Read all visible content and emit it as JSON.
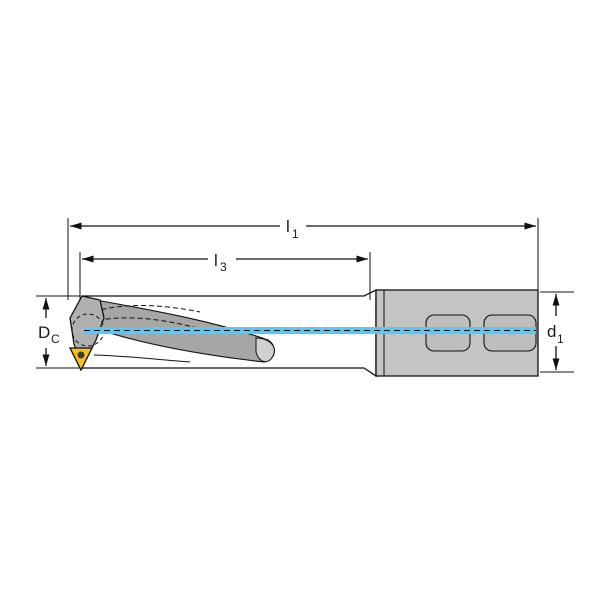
{
  "dimensions": {
    "l1": {
      "main": "l",
      "sub": "1"
    },
    "l3": {
      "main": "l",
      "sub": "3"
    },
    "Dc": {
      "main": "D",
      "sub": "C"
    },
    "d1": {
      "main": "d",
      "sub": "1"
    }
  },
  "colors": {
    "body": "#b4b4b4",
    "shank": "#c4c4c4",
    "outline": "#111111",
    "coolant": "#5ac8f0",
    "insert": "#f2c21a"
  }
}
